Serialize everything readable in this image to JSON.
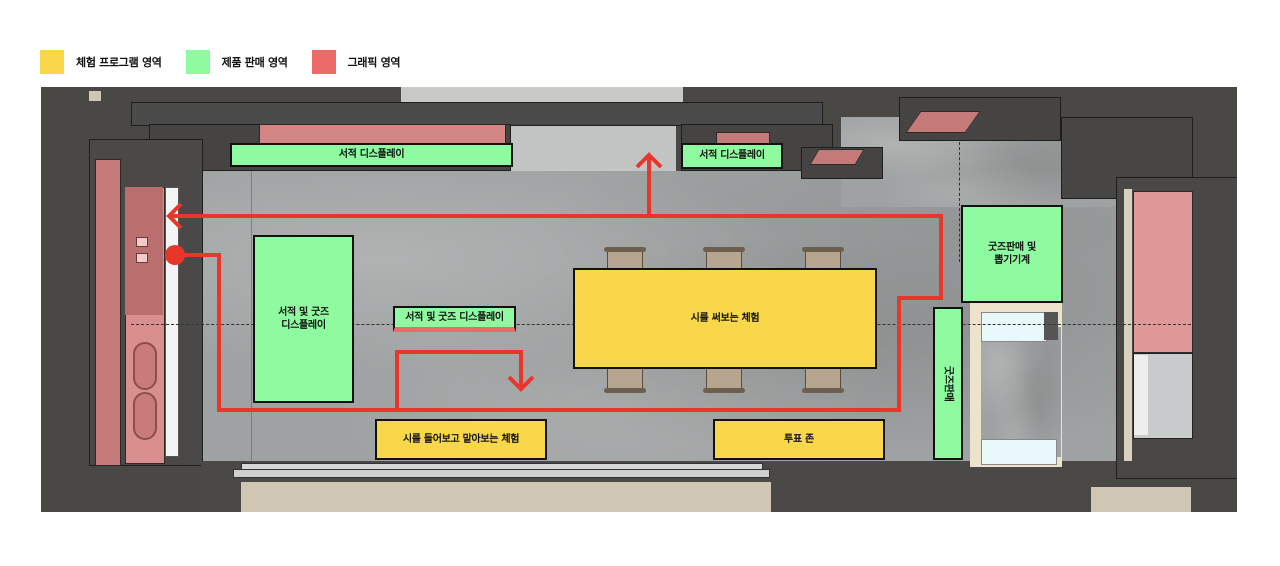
{
  "legend": {
    "items": [
      {
        "label": "체험 프로그램 영역",
        "color": "#f8d74a"
      },
      {
        "label": "제품 판매 영역",
        "color": "#8ffba0"
      },
      {
        "label": "그래픽 영역",
        "color": "#ec6b68"
      }
    ]
  },
  "zones": {
    "book_display_top_left": {
      "label": "서적 디스플레이",
      "type": "product"
    },
    "book_display_top_right": {
      "label": "서적 디스플레이",
      "type": "product"
    },
    "book_goods_display_large": {
      "label": "서적 및 굿즈\n디스플레이",
      "line1": "서적 및 굿즈",
      "line2": "디스플레이",
      "type": "product"
    },
    "book_goods_display_small": {
      "label": "서적 및 굿즈 디스플레이",
      "type": "product"
    },
    "poem_writing_experience": {
      "label": "시를 써보는 체험",
      "type": "experience"
    },
    "listen_smell_experience": {
      "label": "시를 들어보고 맡아보는 체험",
      "type": "experience"
    },
    "vote_zone": {
      "label": "투표 존",
      "type": "experience"
    },
    "goods_sale_vending": {
      "label": "굿즈판매 및\n뽑기기계",
      "line1": "굿즈판매 및",
      "line2": "뽑기기계",
      "type": "product"
    },
    "goods_sale": {
      "label": "굿즈판매",
      "type": "product"
    }
  },
  "colors": {
    "experience": "#f8d74a",
    "product": "#8ffba0",
    "graphic": "#ec6b68",
    "route": "#e8362a",
    "floor": "#9fa2a2",
    "wall": "#4b4b4b"
  },
  "route": {
    "start_marker": "circle",
    "end_markers": [
      "arrow-left",
      "arrow-up",
      "arrow-down"
    ]
  }
}
